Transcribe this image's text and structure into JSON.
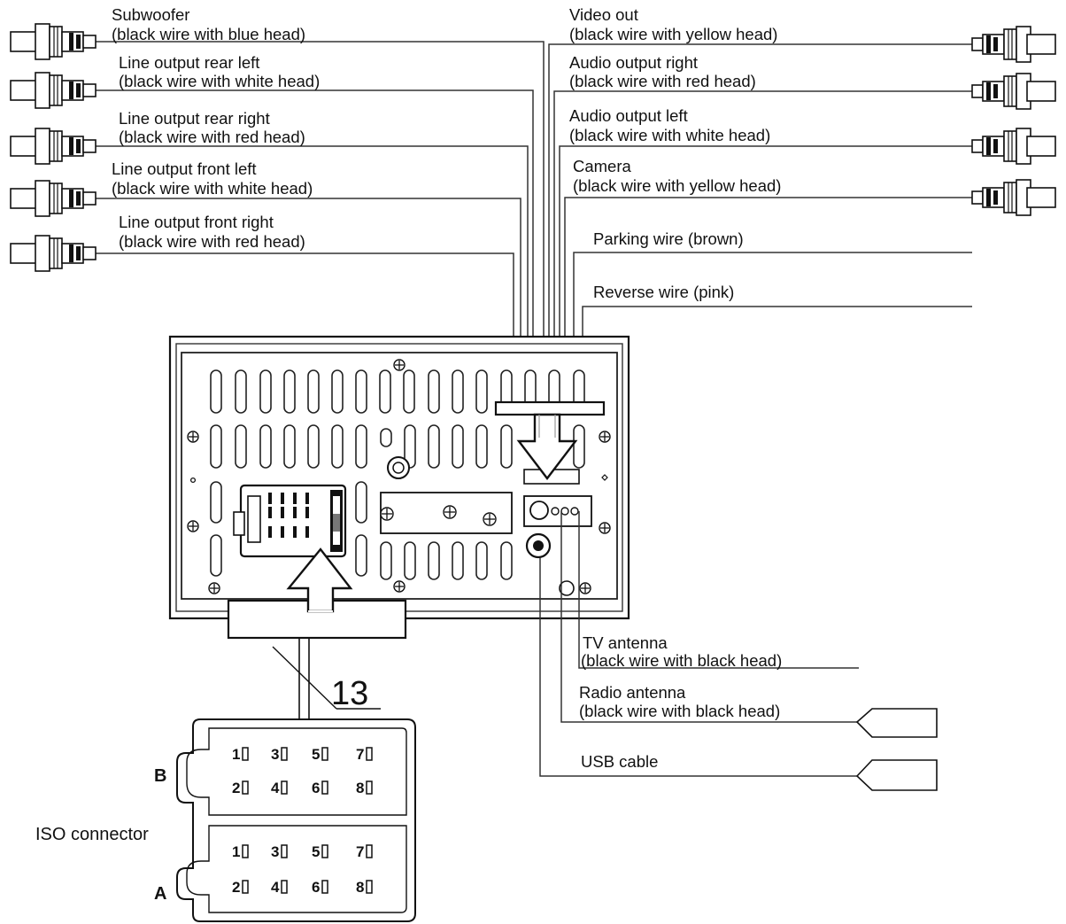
{
  "left_connectors": [
    {
      "id": "subwoofer",
      "name": "Subwoofer",
      "desc": "(black wire with blue head)"
    },
    {
      "id": "rear-left",
      "name": "Line output rear left",
      "desc": "(black wire with white head)"
    },
    {
      "id": "rear-right",
      "name": "Line output rear right",
      "desc": "(black wire with red head)"
    },
    {
      "id": "front-left",
      "name": "Line output front left",
      "desc": "(black wire with white head)"
    },
    {
      "id": "front-right",
      "name": "Line output front right",
      "desc": "(black wire with red head)"
    }
  ],
  "right_connectors": [
    {
      "id": "video-out",
      "name": "Video out",
      "desc": "(black wire with yellow head)"
    },
    {
      "id": "audio-right",
      "name": "Audio output right",
      "desc": "(black wire with red head)"
    },
    {
      "id": "audio-left",
      "name": "Audio output left",
      "desc": "(black wire with white head)"
    },
    {
      "id": "camera",
      "name": "Camera",
      "desc": "(black wire with yellow head)"
    }
  ],
  "wires": {
    "parking": "Parking wire (brown)",
    "reverse": "Reverse wire (pink)"
  },
  "antennas": {
    "tv": {
      "name": "TV antenna",
      "desc": "(black wire with black head)"
    },
    "radio": {
      "name": "Radio antenna",
      "desc": "(black wire with black head)"
    },
    "usb": "USB cable"
  },
  "iso": {
    "label": "ISO connector",
    "callout": "13",
    "blocks": [
      {
        "id": "B",
        "label": "B",
        "pins_top": [
          "1",
          "3",
          "5",
          "7"
        ],
        "pins_bottom": [
          "2",
          "4",
          "6",
          "8"
        ]
      },
      {
        "id": "A",
        "label": "A",
        "pins_top": [
          "1",
          "3",
          "5",
          "7"
        ],
        "pins_bottom": [
          "2",
          "4",
          "6",
          "8"
        ]
      }
    ]
  }
}
